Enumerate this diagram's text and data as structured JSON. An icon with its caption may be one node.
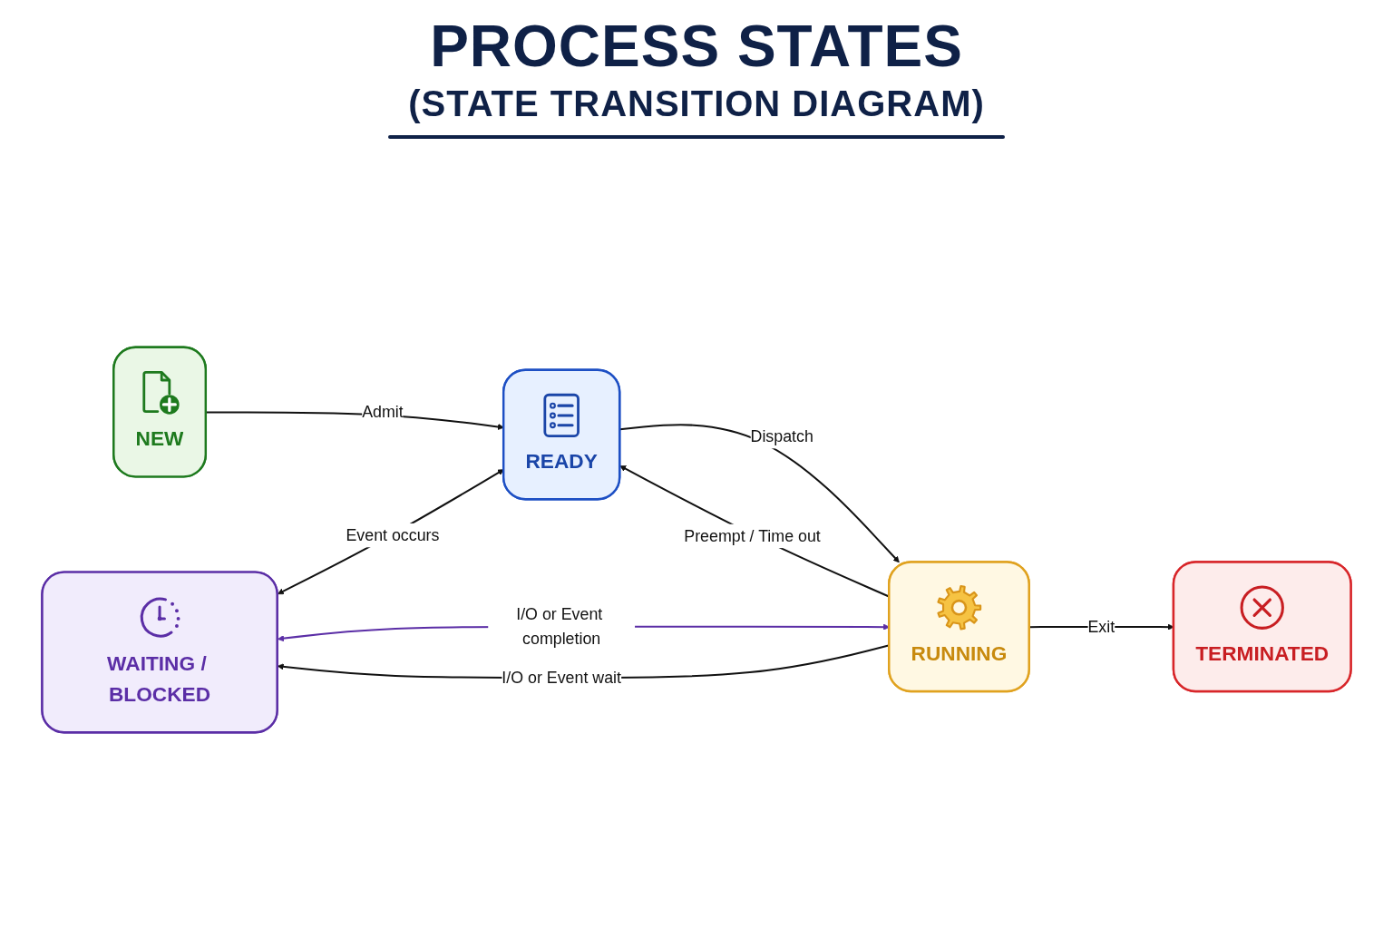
{
  "diagram": {
    "title": "PROCESS STATES",
    "nodes": [
      {
        "text": [
          "NEW"
        ]
      },
      {
        "text": [
          "READY"
        ]
      },
      {
        "text": [
          "WAITING / BLOCKED"
        ]
      },
      {
        "text": [
          "RUNNING"
        ]
      },
      {
        "text": [
          "TERMINATED"
        ]
      }
    ],
    "edges": [
      {
        "from": 0,
        "to": 1,
        "arrow": "to",
        "label": "Admit"
      },
      {
        "from": 1,
        "to": 3,
        "arrow": "to",
        "label": "Dispatch"
      },
      {
        "from": 3,
        "to": 1,
        "arrow": "to",
        "label": "Preempt / Time out"
      },
      {
        "from": 2,
        "to": 1,
        "arrow": "both",
        "label": "Event occurs"
      },
      {
        "from": 3,
        "to": 2,
        "arrow": "to",
        "label": "I/O or Event wait"
      },
      {
        "from": 2,
        "to": 3,
        "arrow": "both",
        "label": "I/O or Event completion",
        "color": "#5b2ea6"
      },
      {
        "from": 3,
        "to": 4,
        "arrow": "to",
        "label": "Exit"
      }
    ],
    "labels": [
      "(STATE TRANSITION DIAGRAM)"
    ]
  }
}
